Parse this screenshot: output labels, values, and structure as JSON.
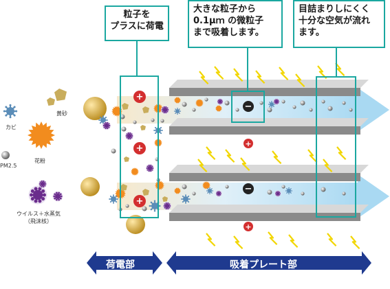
{
  "callouts": {
    "charge": [
      "粒子を",
      "プラスに荷電"
    ],
    "adsorb": [
      "大きな粒子から",
      "0.1μｍ の微粒子",
      "まで吸着します。"
    ],
    "flow": [
      "目詰まりしにくく",
      "十分な空気が流れ",
      "ます。"
    ]
  },
  "legend": {
    "mold": "カビ",
    "yellow_sand": "黄砂",
    "pollen": "花粉",
    "pm25": "PM2.5",
    "virus": [
      "ウイルス＋水蒸気",
      "（飛沫核）"
    ]
  },
  "sections": {
    "charging": "荷電部",
    "adsorption": "吸着プレート部"
  },
  "symbols": {
    "plus": "+",
    "minus": "−"
  },
  "colors": {
    "teal": "#1aa7a0",
    "navy": "#1f3a8f",
    "plus_red": "#d32f2f",
    "plate": "#8a8a8a",
    "air": "#a9d9f2",
    "pollen": "#f28c1e",
    "sand": "#c9ad5c",
    "mold": "#5b8db8",
    "virus": "#6a2c8c",
    "spark": "#f2d600"
  }
}
